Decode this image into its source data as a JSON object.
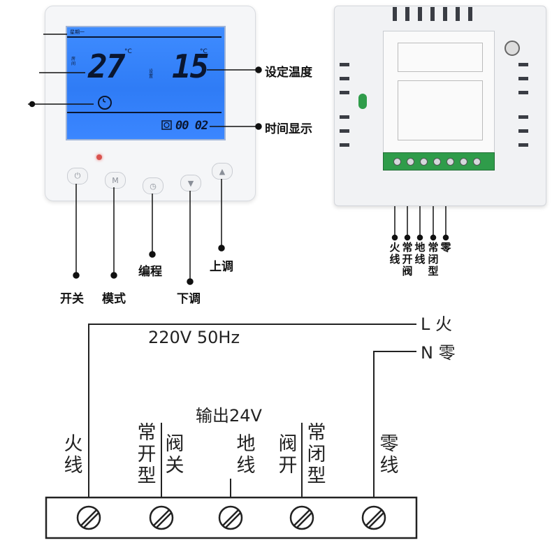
{
  "thermostat_front": {
    "lcd": {
      "weekday": "星期一",
      "room_label": "房间",
      "current_temp": "27",
      "current_unit": "°C",
      "set_label": "设置",
      "set_temp": "15",
      "set_unit": "°C",
      "time_value": "00 02",
      "background_color": "#2f7cf6"
    },
    "buttons": [
      {
        "icon": "power-icon",
        "glyph": "⏻"
      },
      {
        "icon": "mode-icon",
        "glyph": "M"
      },
      {
        "icon": "clock-icon",
        "glyph": "◷"
      },
      {
        "icon": "down-arrow-icon",
        "glyph": "▼"
      },
      {
        "icon": "up-arrow-icon",
        "glyph": "▲"
      }
    ]
  },
  "callouts": {
    "set_temp": "设定温度",
    "time_display": "时间显示",
    "power": "开关",
    "mode": "模式",
    "program": "编程",
    "down": "下调",
    "up": "上调"
  },
  "back_labels": [
    "火线",
    "常开阀",
    "地线",
    "常闭型",
    "零"
  ],
  "wiring": {
    "supply": "220V 50Hz",
    "live": "L 火",
    "neutral": "N 零",
    "output": "输出24V",
    "terminals": {
      "live_wire": "火线",
      "normally_open": "常开型",
      "valve_close": "阀关",
      "ground_wire": "地线",
      "valve_open": "阀开",
      "normally_closed": "常闭型",
      "neutral_wire": "零线"
    },
    "line_color": "#222222"
  }
}
